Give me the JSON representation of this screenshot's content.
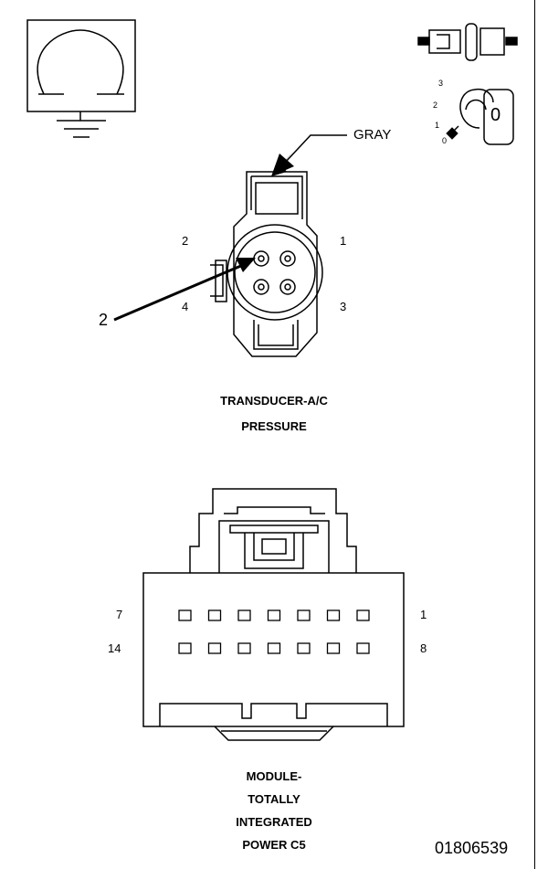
{
  "gray_label": "GRAY",
  "transducer": {
    "title_line1": "TRANSDUCER-A/C",
    "title_line2": "PRESSURE",
    "pins": [
      "1",
      "2",
      "3",
      "4"
    ],
    "callout": "2"
  },
  "module": {
    "title_lines": [
      "MODULE-",
      "TOTALLY",
      "INTEGRATED",
      "POWER C5"
    ],
    "row1_left": "7",
    "row1_right": "1",
    "row2_left": "14",
    "row2_right": "8"
  },
  "ignition": {
    "positions": [
      "3",
      "2",
      "1",
      "0"
    ],
    "key_label": "0"
  },
  "figure_id": "01806539"
}
